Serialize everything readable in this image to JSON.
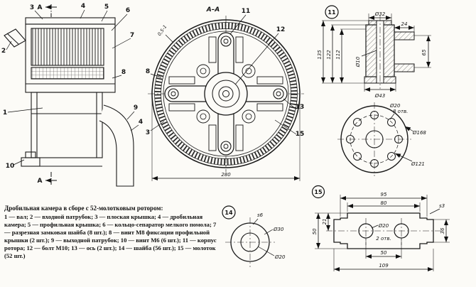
{
  "page": {
    "paper_color": "#fcfbf7",
    "ink_color": "#1a1a1a"
  },
  "side_view": {
    "section_label_top": "А",
    "section_label_bottom": "А",
    "callouts": {
      "n1": "1",
      "n2": "2",
      "n3": "3",
      "n4": "4",
      "n4b": "4",
      "n5": "5",
      "n6": "6",
      "n7": "7",
      "n8": "8",
      "n9": "9",
      "n10": "10"
    }
  },
  "section_view": {
    "title": "А–А",
    "gap_dim": "0,5-1",
    "width_dim": "280",
    "callouts": {
      "n11": "11",
      "n12": "12",
      "n8": "8",
      "n3": "3",
      "n13": "13",
      "n15": "15"
    }
  },
  "detail_rotor_body": {
    "badge": "11",
    "dia_top": "Ø32",
    "len_135": "135",
    "len_122": "122",
    "len_112": "112",
    "dia_bore": "Ø10",
    "tab_24": "24",
    "len_65": "65",
    "dia_bottom": "Ø43"
  },
  "flange_view": {
    "hole_dia": "Ø20",
    "hole_count": "8 отв.",
    "dia_outer": "Ø168",
    "dia_bolt_circle": "Ø121"
  },
  "detail_washer": {
    "badge": "14",
    "thickness": "s6",
    "dia_outer": "Ø30",
    "dia_inner": "Ø20"
  },
  "detail_hammer": {
    "badge": "15",
    "w95": "95",
    "w80": "80",
    "thickness": "s3",
    "hole_dia": "Ø20",
    "hole_count": "2 отв.",
    "hole_spacing": "50",
    "h21": "21",
    "h36": "36",
    "h50": "50",
    "w109": "109"
  },
  "legend": {
    "title": "Дробильная камера в сборе с 52-молотковым ротором:",
    "body": "1 — вал; 2 — входной патрубок; 3 — плоская крышка; 4 — дробильная камера; 5 — профильная крышка; 6 — кольцо-сепаратор мелкого помола; 7 — разрезная замковая шайба (8 шт.); 8 — винт М8 фиксации профильной крышки (2 шт.); 9 — выходной патрубок; 10 — винт М6 (6 шт.); 11 — корпус ротора; 12 — болт М10; 13 — ось (2 шт.); 14 — шайба (56 шт.); 15 — молоток (52 шт.)"
  }
}
